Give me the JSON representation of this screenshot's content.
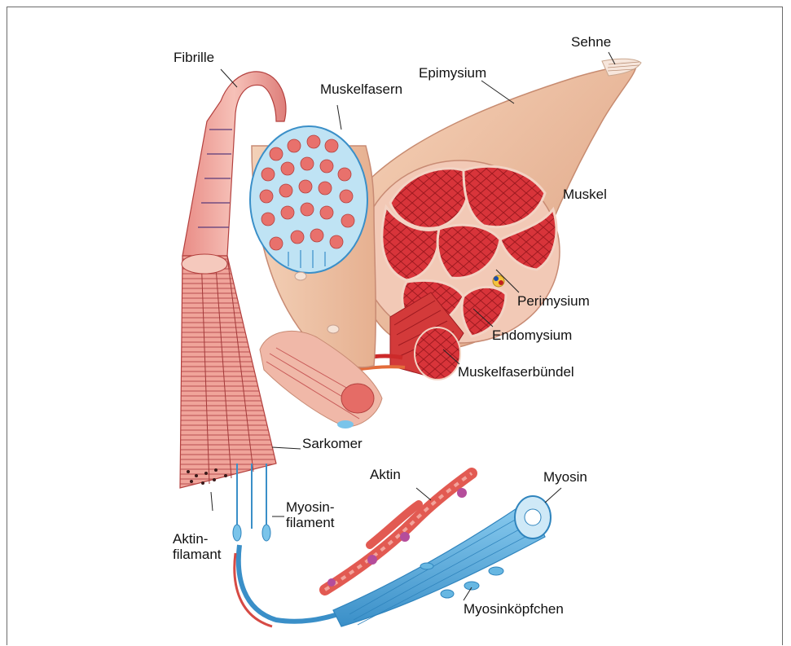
{
  "labels": {
    "sehne": "Sehne",
    "fibrille": "Fibrille",
    "epimysium": "Epimysium",
    "muskelfasern": "Muskelfasern",
    "muskel": "Muskel",
    "perimysium": "Perimysium",
    "endomysium": "Endomysium",
    "muskelfaserbuendel": "Muskelfaserbündel",
    "sarkomer": "Sarkomer",
    "aktin": "Aktin",
    "myosin": "Myosin",
    "myosinfilament_line1": "Myosin-",
    "myosinfilament_line2": "filament",
    "aktinfilamant_line1": "Aktin-",
    "aktinfilamant_line2": "filamant",
    "myosinkoepfchen": "Myosinköpfchen"
  },
  "colors": {
    "muscle_red": "#d8343a",
    "muscle_dark": "#a81c22",
    "epimysium": "#eebb9c",
    "fascicle_sheath": "#f3d3c4",
    "fibril_pink": "#f0a49a",
    "myosin_blue": "#67b7e2",
    "myosin_dark": "#2f84bd",
    "actin_red": "#e25a52",
    "tropomyosin_purple": "#b54d9b",
    "fat_yellow": "#f4c23e"
  }
}
